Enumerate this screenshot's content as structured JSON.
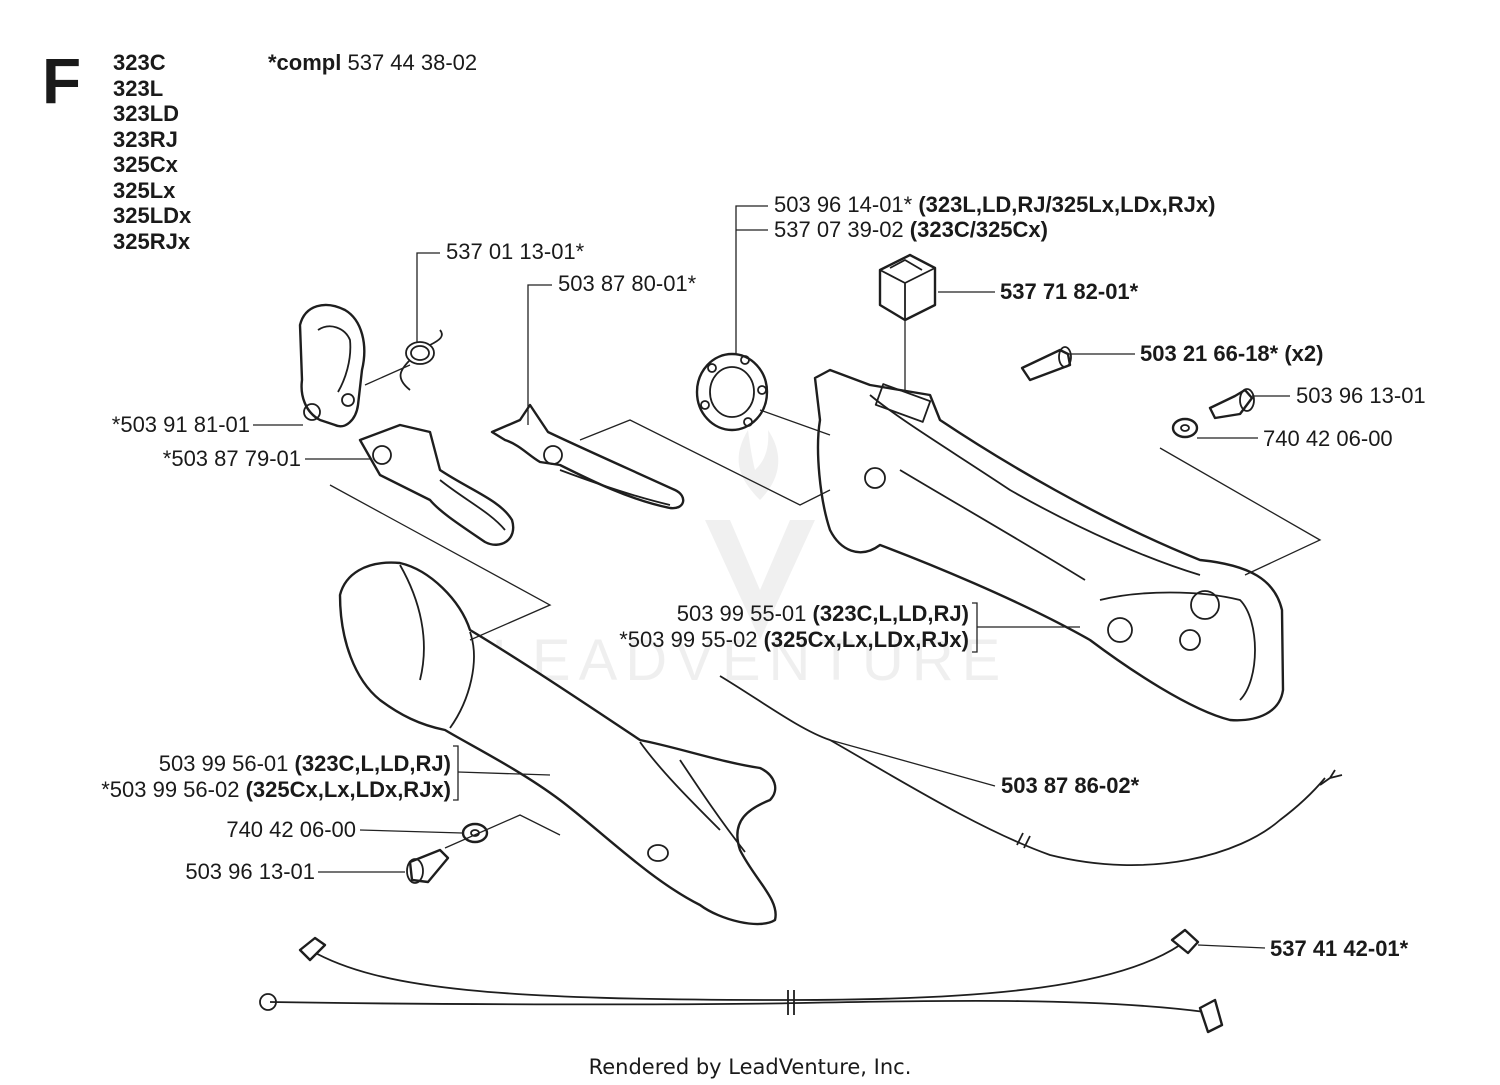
{
  "section_letter": "F",
  "models": [
    "323C",
    "323L",
    "323LD",
    "323RJ",
    "325Cx",
    "325Lx",
    "325LDx",
    "325RJx"
  ],
  "compl_prefix": "*compl",
  "compl_number": "537 44 38-02",
  "watermark": "LEADVENTURE",
  "footer": "Rendered by LeadVenture, Inc.",
  "labels": {
    "p53701": "537 01 13-01*",
    "p50387801": "503 87 80-01*",
    "p50396141_num": "503 96 14-01*",
    "p50396141_models": "(323L,LD,RJ/325Lx,LDx,RJx)",
    "p53707_num": "537 07 39-02",
    "p53707_models": "(323C/325Cx)",
    "p53771": "537 71 82-01*",
    "p50321": "503 21 66-18* (x2)",
    "p50396131_r": "503 96 13-01",
    "p74042_r": "740 42 06-00",
    "p50391": "*503 91 81-01",
    "p50387791": "*503 87 79-01",
    "p5039955_1_num": "503 99 55-01",
    "p5039955_1_models": "(323C,L,LD,RJ)",
    "p5039955_2_num": "*503 99 55-02",
    "p5039955_2_models": "(325Cx,Lx,LDx,RJx)",
    "p5039956_1_num": "503 99 56-01",
    "p5039956_1_models": "(323C,L,LD,RJ)",
    "p5039956_2_num": "*503 99 56-02",
    "p5039956_2_models": "(325Cx,Lx,LDx,RJx)",
    "p74042_l": "740 42 06-00",
    "p50396131_l": "503 96 13-01",
    "p50387862": "503 87 86-02*",
    "p53741": "537 41 42-01*"
  }
}
